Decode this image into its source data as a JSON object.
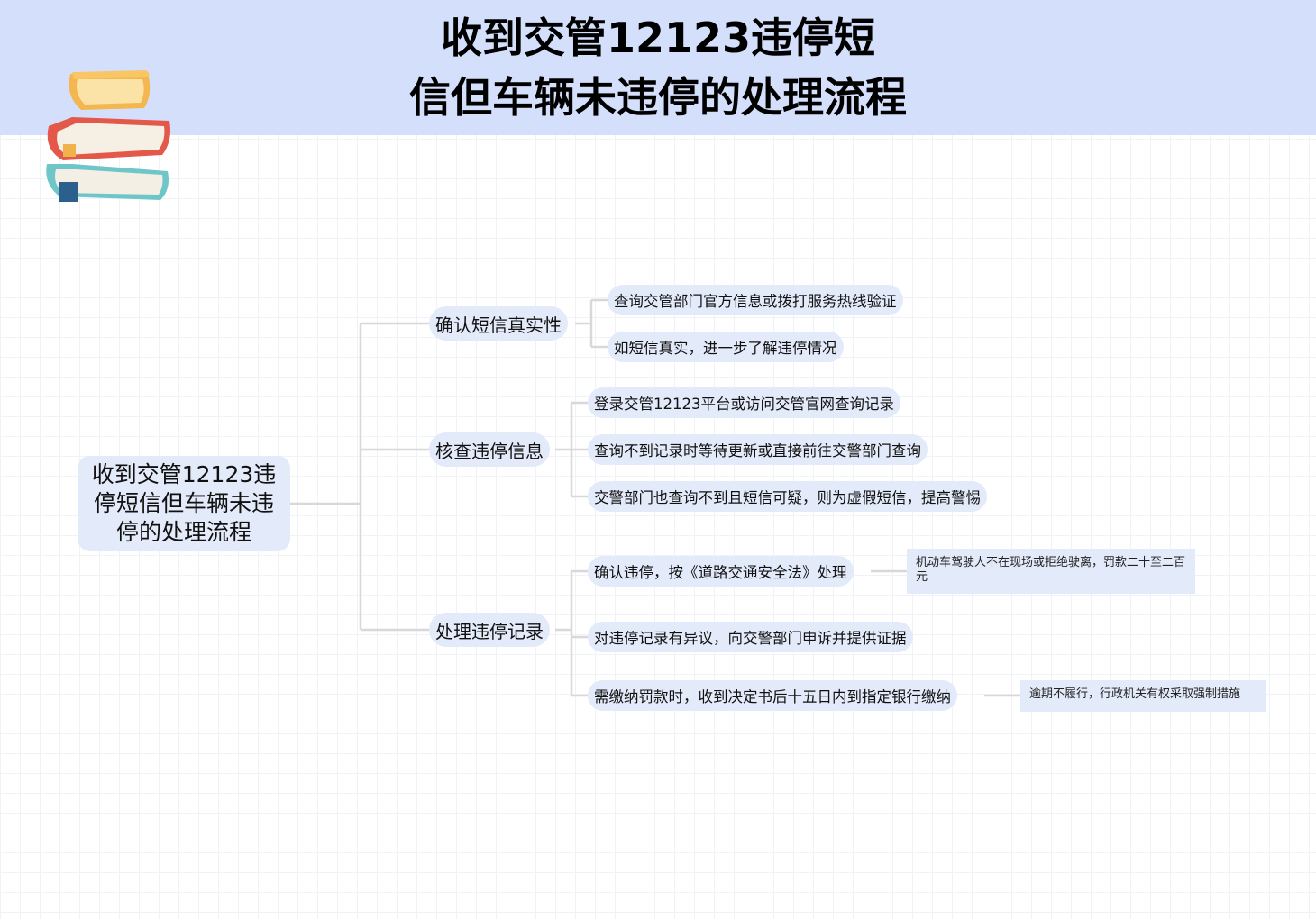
{
  "header": {
    "title_line1": "收到交管12123违停短",
    "title_line2": "信但车辆未违停的处理流程"
  },
  "decoration": {
    "icon": "books-icon",
    "banner_color": "#d4e0fb",
    "node_color": "#e3eaf9",
    "line_color": "#d8d8d8"
  },
  "root": {
    "label": "收到交管12123违停短信但车辆未违停的处理流程"
  },
  "branches": [
    {
      "label": "确认短信真实性",
      "children": [
        {
          "label": "查询交管部门官方信息或拨打服务热线验证"
        },
        {
          "label": "如短信真实，进一步了解违停情况"
        }
      ]
    },
    {
      "label": "核查违停信息",
      "children": [
        {
          "label": "登录交管12123平台或访问交管官网查询记录"
        },
        {
          "label": "查询不到记录时等待更新或直接前往交警部门查询"
        },
        {
          "label": "交警部门也查询不到且短信可疑，则为虚假短信，提高警惕"
        }
      ]
    },
    {
      "label": "处理违停记录",
      "children": [
        {
          "label": "确认违停，按《道路交通安全法》处理",
          "note": "机动车驾驶人不在现场或拒绝驶离，罚款二十至二百元"
        },
        {
          "label": "对违停记录有异议，向交警部门申诉并提供证据"
        },
        {
          "label": "需缴纳罚款时，收到决定书后十五日内到指定银行缴纳",
          "note": "逾期不履行，行政机关有权采取强制措施"
        }
      ]
    }
  ]
}
